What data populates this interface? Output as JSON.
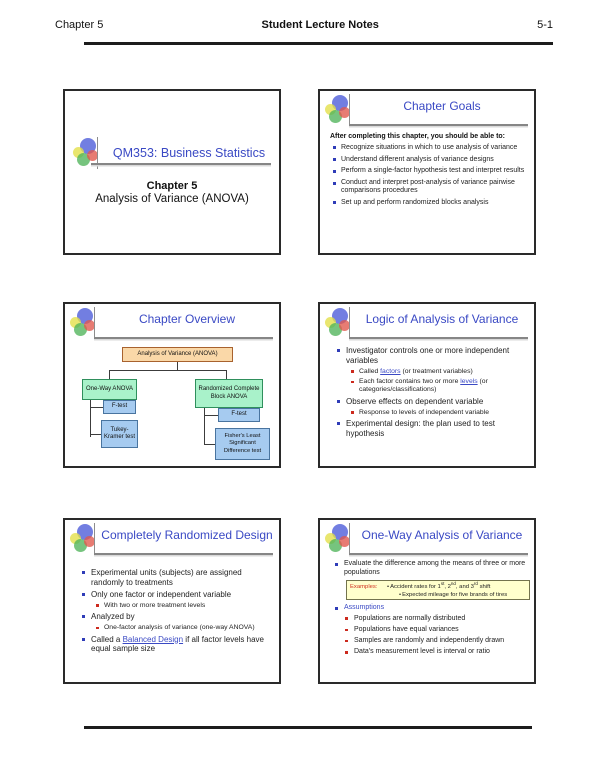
{
  "header": {
    "left": "Chapter 5",
    "center": "Student Lecture Notes",
    "right": "5-1"
  },
  "slide1": {
    "title": "QM353: Business Statistics",
    "chapter": "Chapter 5",
    "subtitle": "Analysis of Variance (ANOVA)"
  },
  "slide2": {
    "title": "Chapter Goals",
    "lead": "After completing this chapter, you should be able to:",
    "bullets": [
      "Recognize situations in which to use analysis of variance",
      "Understand different analysis of variance designs",
      "Perform a single-factor hypothesis test and interpret results",
      "Conduct and interpret post-analysis of variance pairwise comparisons procedures",
      "Set up and perform randomized blocks analysis"
    ]
  },
  "slide3": {
    "title": "Chapter Overview",
    "diagram": {
      "root": "Analysis of Variance (ANOVA)",
      "branches": [
        {
          "label": "One-Way ANOVA",
          "children": [
            "F-test",
            "Tukey-Kramer test"
          ]
        },
        {
          "label": "Randomized Complete Block ANOVA",
          "children": [
            "F-test",
            "Fisher's Least Significant Difference test"
          ]
        }
      ]
    }
  },
  "slide4": {
    "title": "Logic of Analysis of Variance",
    "b1": "Investigator controls one or more independent variables",
    "b1a": {
      "pre": "Called ",
      "link": "factors",
      "post": " (or treatment variables)"
    },
    "b1b": {
      "pre": "Each factor contains two or more ",
      "link": "levels",
      "post": " (or categories/classifications)"
    },
    "b2": "Observe effects on dependent variable",
    "b2a": "Response to levels of independent variable",
    "b3": "Experimental design: the plan used to test hypothesis"
  },
  "slide5": {
    "title": "Completely Randomized Design",
    "b1": "Experimental units (subjects) are assigned randomly to treatments",
    "b2": "Only one factor or independent variable",
    "b2a": "With two or more treatment levels",
    "b3": "Analyzed by",
    "b3a": "One-factor analysis of variance (one-way ANOVA)",
    "b4": {
      "pre": "Called a ",
      "link": "Balanced Design",
      "post": " if all factor levels have equal sample size"
    }
  },
  "slide6": {
    "title": "One-Way Analysis of Variance",
    "b1": "Evaluate the difference among the means of three or more populations",
    "examples_label": "Examples:",
    "ex1": {
      "p0": "Accident rates for 1",
      "s0": "st",
      "p1": ", 2",
      "s1": "nd",
      "p2": ", and 3",
      "s2": "rd",
      "p3": " shift"
    },
    "ex2": "Expected mileage for five brands of tires",
    "b2": "Assumptions",
    "a1": "Populations are normally distributed",
    "a2": "Populations have equal variances",
    "a3": "Samples are randomly and independently drawn",
    "a4": "Data's measurement level is interval or ratio"
  },
  "colors": {
    "title_blue": "#3a49c4",
    "link_blue": "#3a49c4",
    "bullet_blue": "#2f3cb8",
    "bullet_red": "#cc2a1e",
    "examples_red": "#d03020",
    "root_box_fill": "#fad8a8",
    "branch_box_fill": "#a9f2ca",
    "leaf_box_fill": "#a6cbf0",
    "examples_box_fill": "#ffffcc"
  }
}
